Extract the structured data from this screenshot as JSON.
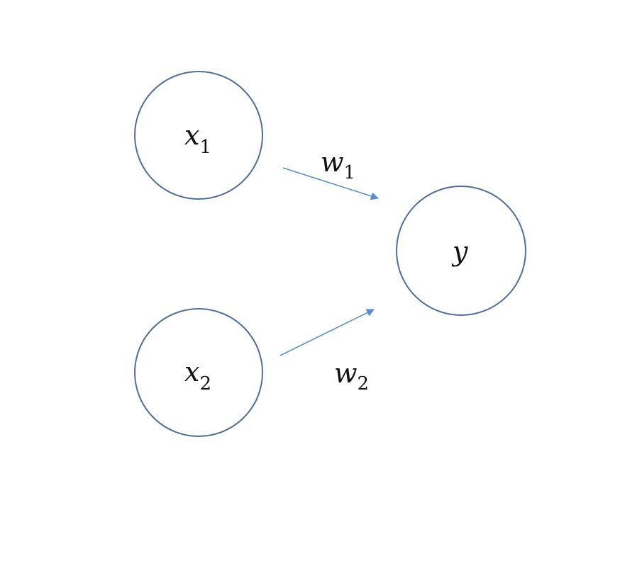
{
  "nodes": {
    "x1": {
      "symbol": "x",
      "subscript": "1"
    },
    "x2": {
      "symbol": "x",
      "subscript": "2"
    },
    "y": {
      "symbol": "y",
      "subscript": ""
    }
  },
  "edges": {
    "w1": {
      "symbol": "w",
      "subscript": "1"
    },
    "w2": {
      "symbol": "w",
      "subscript": "2"
    }
  },
  "colors": {
    "node_stroke": "#4f6f9a",
    "edge_stroke": "#5b8fd0",
    "text": "#111111",
    "background": "#ffffff"
  }
}
